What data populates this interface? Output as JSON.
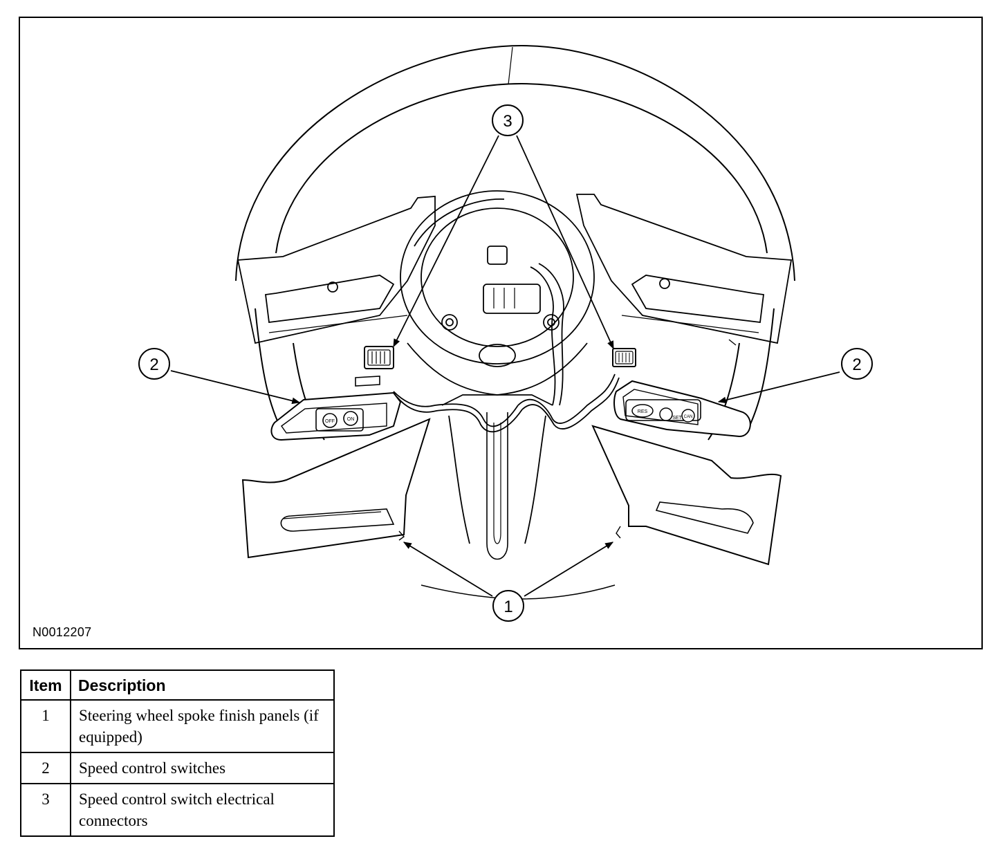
{
  "figure": {
    "id": "N0012207",
    "callouts": {
      "c1": "1",
      "c2_left": "2",
      "c2_right": "2",
      "c3": "3"
    },
    "switch_labels": {
      "left_a": "OFF",
      "left_b": "ON",
      "right_a": "RES",
      "right_b": "SET",
      "right_c": "CAN"
    }
  },
  "legend": {
    "headers": {
      "item": "Item",
      "description": "Description"
    },
    "rows": [
      {
        "item": "1",
        "description": "Steering wheel spoke finish panels (if equipped)"
      },
      {
        "item": "2",
        "description": "Speed control switches"
      },
      {
        "item": "3",
        "description": "Speed control switch electrical connectors"
      }
    ]
  }
}
